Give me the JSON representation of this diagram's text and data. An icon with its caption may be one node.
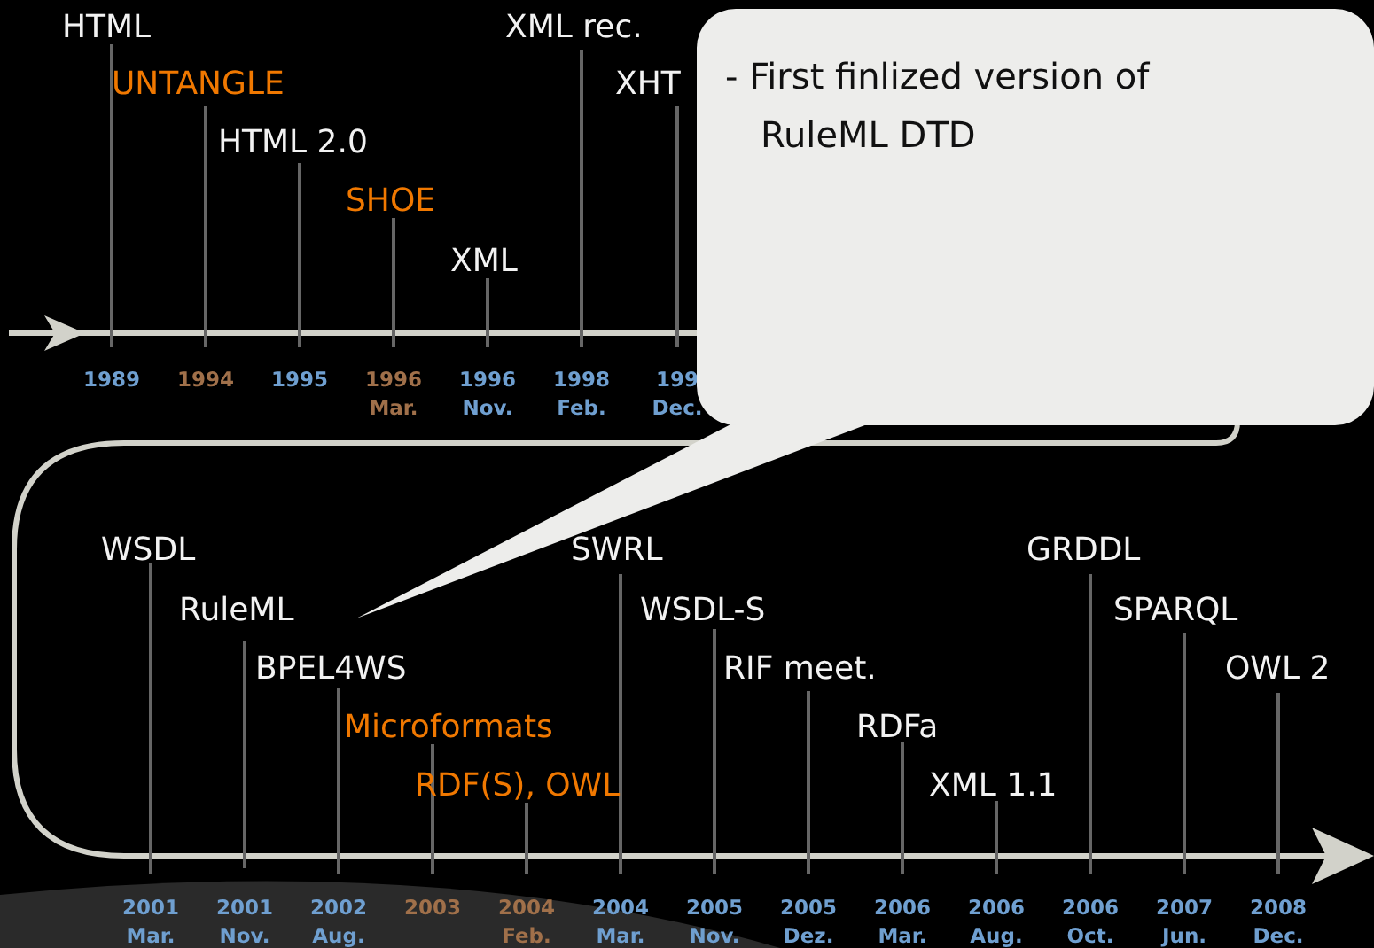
{
  "diagram": {
    "nodes": [
      {
        "text": [
          "- First finlized version of RuleML DTD"
        ]
      },
      {
        "text": [
          "RuleML"
        ]
      }
    ],
    "edges": [
      {
        "from": 0,
        "to": 1,
        "arrow": "none"
      }
    ],
    "labels": [
      "HTML",
      "UNTANGLE",
      "HTML 2.0",
      "SHOE",
      "XML",
      "XML rec.",
      "XHT",
      "1989",
      "1994",
      "1995",
      "1996 Mar.",
      "1996 Nov.",
      "1998 Feb.",
      "199 Dec.",
      "WSDL",
      "BPEL4WS",
      "Microformats",
      "RDF(S), OWL",
      "SWRL",
      "WSDL-S",
      "RIF meet.",
      "RDFa",
      "XML 1.1",
      "GRDDL",
      "SPARQL",
      "OWL 2",
      "2001 Mar.",
      "2001 Nov.",
      "2002 Aug.",
      "2003",
      "2004 Feb.",
      "2004 Mar.",
      "2005 Nov.",
      "2005 Dez.",
      "2006 Mar.",
      "2006 Aug.",
      "2006 Oct.",
      "2007 Jun.",
      "2008 Dec."
    ]
  }
}
